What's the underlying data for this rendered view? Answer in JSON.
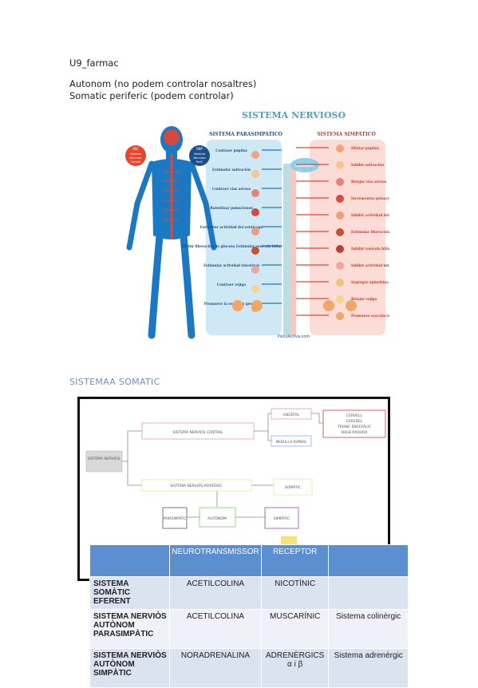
{
  "doc": {
    "title": "U9_farmac",
    "line1": "Autonom (no podem controlar nosaltres)",
    "line2": "Somatic periferic (podem controlar)"
  },
  "infographic": {
    "title": "SISTEMA NERVIOSO",
    "para_heading": "SISTEMA PARASIMPÁTICO",
    "simp_heading": "SISTEMA SIMPÁTICO",
    "snc_badge": [
      "SNC",
      "Sistema",
      "Nervioso",
      "Central"
    ],
    "snp_badge": [
      "SNP",
      "Sistema",
      "Nervioso",
      "Perif."
    ],
    "cerebro": "CEREBRO",
    "para_items": [
      "Contraer pupilas",
      "Estimular salivación",
      "Contraer vías aéreas",
      "Ralentizar pulsaciones",
      "Estimular actividad del estómago",
      "Inhibir liberación de glucosa Estimular vesícula biliar",
      "Estimular actividad intestinal",
      "Contraer vejiga",
      "Promueve la erección genital"
    ],
    "simp_items": [
      "Dilatar pupilas",
      "Inhibir salivación",
      "Relajar vías aéreas",
      "Incrementar pulsaciones",
      "Inhibir actividad del estómago",
      "Estimular liberación glucosa",
      "Inhibir vesícula biliar",
      "Inhibir actividad intestinal",
      "Segregar epinefrina norepinefrina",
      "Relajar vejiga",
      "Promueve eyaculación y contracciones vaginales"
    ],
    "brand": "PsicoActiva.com"
  },
  "section": {
    "heading": "SISTEMAA SOMATIC"
  },
  "flowchart": {
    "sistema_nervios": "SISTEMA NERVIÓS",
    "snc": "SISTEMA NERVIÓS CENTRAL",
    "encefal": "ENCÈFAL",
    "medul": "MEDUL·LA ESPINAL",
    "encefal_parts": [
      "CERVELL",
      "CEREBEL",
      "TRONC ENCEFÀLIC",
      "BULB RAQUIDI"
    ],
    "snp": "SISTEMA NERVIÓS PERIFÈRIC",
    "somatic": "SOMÀTIC",
    "autonom": "AUTÒNOM",
    "parasimpatic": "PARASIMPÀTIC",
    "simpatic": "SIMPÀTIC"
  },
  "table": {
    "headers": [
      "",
      "NEUROTRANSMISSOR",
      "RECEPTOR",
      ""
    ],
    "rows": [
      {
        "label": "SISTEMA SOMÀTIC EFERENT",
        "nt": "ACETILCOLINA",
        "receptor": "NICOTÍNIC",
        "system": ""
      },
      {
        "label": "SISTEMA NERVIÒS AUTÒNOM PARASIMPÀTIC",
        "nt": "ACETILCOLINA",
        "receptor": "MUSCARÍNIC",
        "system": "Sistema colinèrgic"
      },
      {
        "label": "SISTEMA NERVIÒS AUTÒNOM SIMPÀTIC",
        "nt": "NORADRENALINA",
        "receptor": "ADRENÈRGICS α i β",
        "system": "Sistema adrenèrgic"
      }
    ]
  },
  "colors": {
    "accent_blue": "#5b8fcf",
    "heading_blue": "#6f90c9",
    "para_bg": "#cfe8f5",
    "simp_bg": "#fbdcd6",
    "nerve_blue": "#1b78c2",
    "nerve_red": "#e8452f",
    "title_teal": "#4fa3b8"
  }
}
